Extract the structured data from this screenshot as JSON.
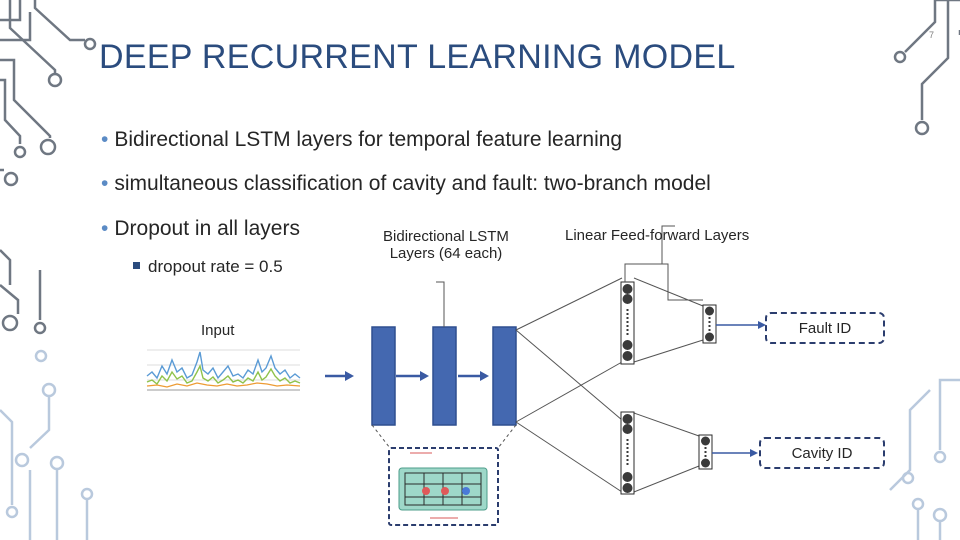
{
  "slide": {
    "title": "DEEP RECURRENT LEARNING MODEL",
    "page_number": "7",
    "bullets": [
      "Bidirectional LSTM layers for temporal feature learning",
      "simultaneous classification of cavity and fault: two-branch model",
      "Dropout in all layers"
    ],
    "sub_bullets": [
      "dropout rate = 0.5"
    ]
  },
  "diagram": {
    "input_label": "Input",
    "lstm_label_line1": "Bidirectional LSTM",
    "lstm_label_line2": "Layers (64 each)",
    "ff_label": "Linear Feed-forward Layers",
    "output_fault": "Fault ID",
    "output_cavity": "Cavity ID"
  },
  "colors": {
    "title": "#2b4c7e",
    "layer_fill": "#4468b0",
    "layer_stroke": "#2f4f8f",
    "circuit": "#6f7782",
    "circuit_light": "#b9c9dd"
  }
}
